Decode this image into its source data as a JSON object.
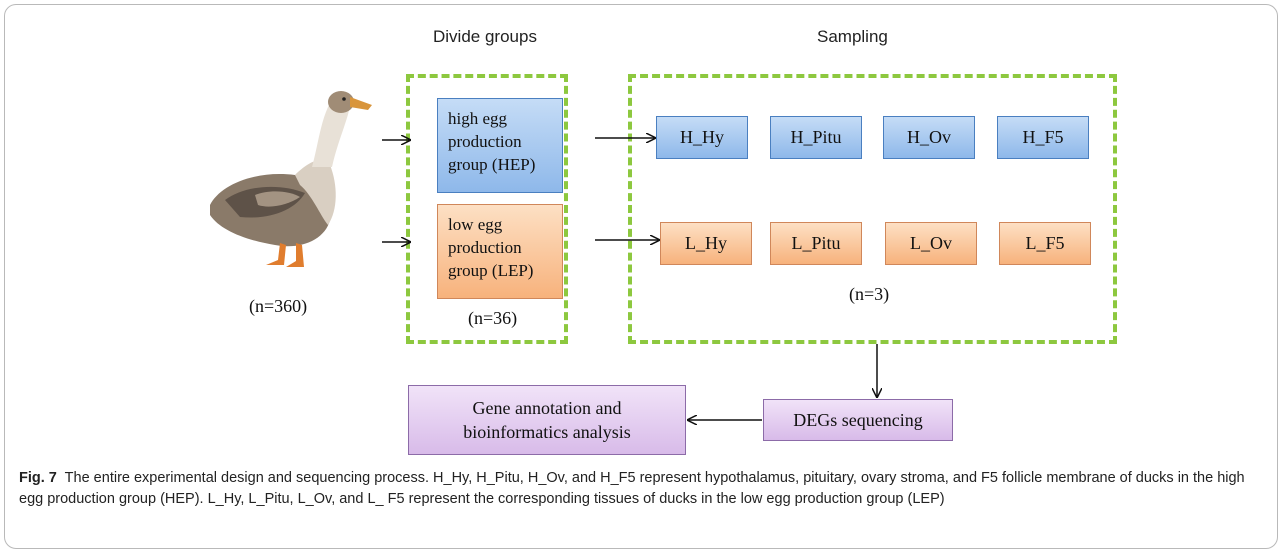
{
  "headers": {
    "divide": "Divide groups",
    "sampling": "Sampling"
  },
  "groups": {
    "high": "high egg\nproduction\ngroup (HEP)",
    "low": "low egg\nproduction\ngroup (LEP)"
  },
  "tissues": {
    "high": [
      "H_Hy",
      "H_Pitu",
      "H_Ov",
      "H_F5"
    ],
    "low": [
      "L_Hy",
      "L_Pitu",
      "L_Ov",
      "L_F5"
    ]
  },
  "counts": {
    "total": "(n=360)",
    "group": "(n=36)",
    "sample": "(n=3)"
  },
  "process": {
    "sequencing": "DEGs sequencing",
    "annotation": "Gene annotation and\nbioinformatics analysis"
  },
  "caption": {
    "label": "Fig. 7",
    "text": "The entire experimental design and sequencing process. H_Hy, H_Pitu, H_Ov, and H_F5 represent hypothalamus, pituitary, ovary stroma, and F5 follicle membrane of ducks in the high egg production group (HEP). L_Hy, L_Pitu, L_Ov, and L_ F5 represent the corresponding tissues of ducks in the low egg production group (LEP)"
  },
  "colors": {
    "dash": "#8dc83f",
    "blue": "#8eb8ea",
    "orange": "#f7b27c",
    "purple": "#d8bbe9"
  },
  "icons": [
    "duck-illustration"
  ]
}
